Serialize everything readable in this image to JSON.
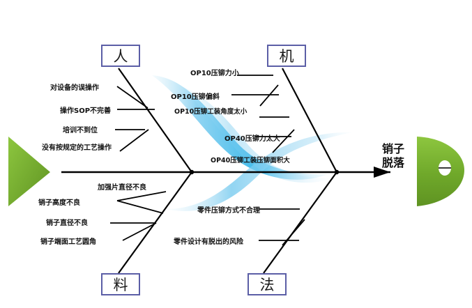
{
  "diagram": {
    "type": "fishbone-ishikawa",
    "effect": {
      "line1": "销子",
      "line2": "脱落"
    },
    "colors": {
      "spine": "#000000",
      "box_border": "#5b5ea6",
      "fish_head": "#6fa82a",
      "fish_tail": "#6fa82a",
      "swoosh": "#29b6e8",
      "text": "#111111"
    },
    "categories": [
      {
        "key": "man",
        "label": "人",
        "position": "top-left",
        "causes": [
          "对设备的误操作",
          "操作SOP不完善",
          "培训不到位",
          "没有按规定的工艺操作"
        ]
      },
      {
        "key": "machine",
        "label": "机",
        "position": "top-right",
        "causes": [
          "OP10压铆力小",
          "OP10压铆偏斜",
          "OP10压铆工装角度太小",
          "OP40压铆力太大",
          "OP40压铆工装压铆面积大"
        ]
      },
      {
        "key": "material",
        "label": "料",
        "position": "bottom-left",
        "causes": [
          "加强片直径不良",
          "销子高度不良",
          "销子直径不良",
          "销子端面工艺圆角"
        ]
      },
      {
        "key": "method",
        "label": "法",
        "position": "bottom-right",
        "causes": [
          "零件压铆方式不合理",
          "零件设计有脱出的风险"
        ]
      }
    ]
  }
}
